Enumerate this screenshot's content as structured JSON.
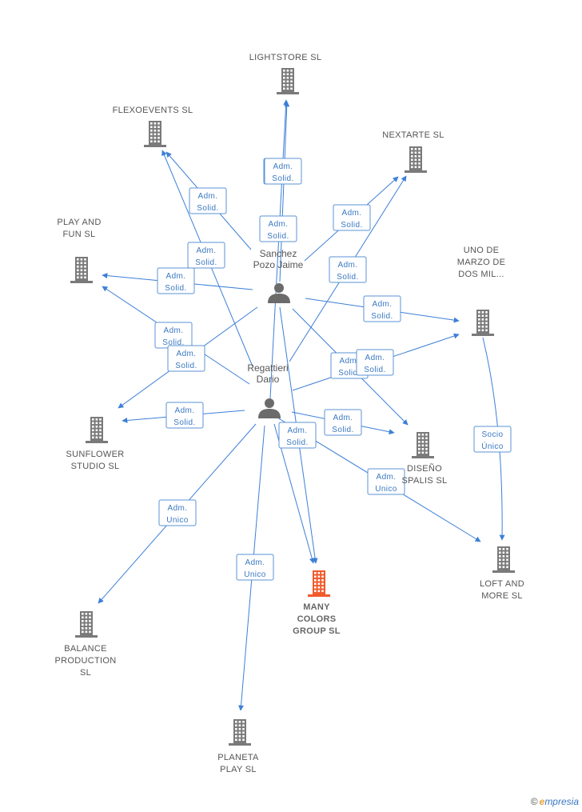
{
  "companies": [
    {
      "id": "lightstore",
      "lines": [
        "LIGHTSTORE SL"
      ],
      "main": false
    },
    {
      "id": "flexoevents",
      "lines": [
        "FLEXOEVENTS SL"
      ],
      "main": false
    },
    {
      "id": "nextarte",
      "lines": [
        "NEXTARTE SL"
      ],
      "main": false
    },
    {
      "id": "playfun",
      "lines": [
        "PLAY AND",
        "FUN SL"
      ],
      "main": false
    },
    {
      "id": "unomarzo",
      "lines": [
        "UNO DE",
        "MARZO DE",
        "DOS MIL..."
      ],
      "main": false
    },
    {
      "id": "sunflower",
      "lines": [
        "SUNFLOWER",
        "STUDIO SL"
      ],
      "main": false
    },
    {
      "id": "disenospalis",
      "lines": [
        "DISEÑO",
        "SPALIS SL"
      ],
      "main": false
    },
    {
      "id": "manycolors",
      "lines": [
        "MANY",
        "COLORS",
        "GROUP SL"
      ],
      "main": true
    },
    {
      "id": "loftmore",
      "lines": [
        "LOFT AND",
        "MORE SL"
      ],
      "main": false
    },
    {
      "id": "balance",
      "lines": [
        "BALANCE",
        "PRODUCTION",
        "SL"
      ],
      "main": false
    },
    {
      "id": "planeta",
      "lines": [
        "PLANETA",
        "PLAY SL"
      ],
      "main": false
    }
  ],
  "persons": [
    {
      "id": "sanchez",
      "lines": [
        "Sanchez",
        "Pozo Jaime"
      ]
    },
    {
      "id": "regattieri",
      "lines": [
        "Regattieri",
        "Dario"
      ]
    }
  ],
  "edges": [
    {
      "from": "sanchez",
      "to": "lightstore",
      "lines": [
        "Adm.",
        "Solid."
      ]
    },
    {
      "from": "sanchez",
      "to": "flexoevents",
      "lines": [
        "Adm.",
        "Solid."
      ]
    },
    {
      "from": "sanchez",
      "to": "nextarte",
      "lines": [
        "Adm.",
        "Solid."
      ]
    },
    {
      "from": "sanchez",
      "to": "playfun",
      "lines": [
        "Adm.",
        "Solid."
      ]
    },
    {
      "from": "sanchez",
      "to": "unomarzo",
      "lines": [
        "Adm.",
        "Solid."
      ]
    },
    {
      "from": "sanchez",
      "to": "sunflower",
      "lines": [
        "Adm.",
        "Solid."
      ]
    },
    {
      "from": "sanchez",
      "to": "disenospalis",
      "lines": [
        "Adm.",
        "Solid."
      ]
    },
    {
      "from": "sanchez",
      "to": "manycolors",
      "lines": [
        "Adm.",
        "Solid."
      ]
    },
    {
      "from": "regattieri",
      "to": "lightstore",
      "lines": [
        "Adm.",
        "Solid."
      ]
    },
    {
      "from": "regattieri",
      "to": "flexoevents",
      "lines": [
        "Adm.",
        "Solid."
      ]
    },
    {
      "from": "regattieri",
      "to": "nextarte",
      "lines": [
        "Adm.",
        "Solid."
      ]
    },
    {
      "from": "regattieri",
      "to": "playfun",
      "lines": [
        "Adm.",
        "Solid."
      ]
    },
    {
      "from": "regattieri",
      "to": "unomarzo",
      "lines": [
        "Adm.",
        "Solid."
      ]
    },
    {
      "from": "regattieri",
      "to": "sunflower",
      "lines": [
        "Adm.",
        "Solid."
      ]
    },
    {
      "from": "regattieri",
      "to": "disenospalis",
      "lines": [
        "Adm.",
        "Solid."
      ]
    },
    {
      "from": "regattieri",
      "to": "manycolors",
      "lines": [
        "Adm.",
        "Solid."
      ]
    },
    {
      "from": "regattieri",
      "to": "loftmore",
      "lines": [
        "Adm.",
        "Unico"
      ]
    },
    {
      "from": "regattieri",
      "to": "balance",
      "lines": [
        "Adm.",
        "Unico"
      ]
    },
    {
      "from": "regattieri",
      "to": "planeta",
      "lines": [
        "Adm.",
        "Unico"
      ]
    },
    {
      "from": "unomarzo",
      "to": "loftmore",
      "lines": [
        "Socio",
        "Único"
      ]
    }
  ],
  "colors": {
    "company": "#7a7a7a",
    "main_company": "#f15a2b",
    "person": "#6b6b6b",
    "edge": "#3d7fd8"
  },
  "footer": {
    "copyright": "©",
    "brand_initial": "e",
    "brand_rest": "mpresia"
  }
}
